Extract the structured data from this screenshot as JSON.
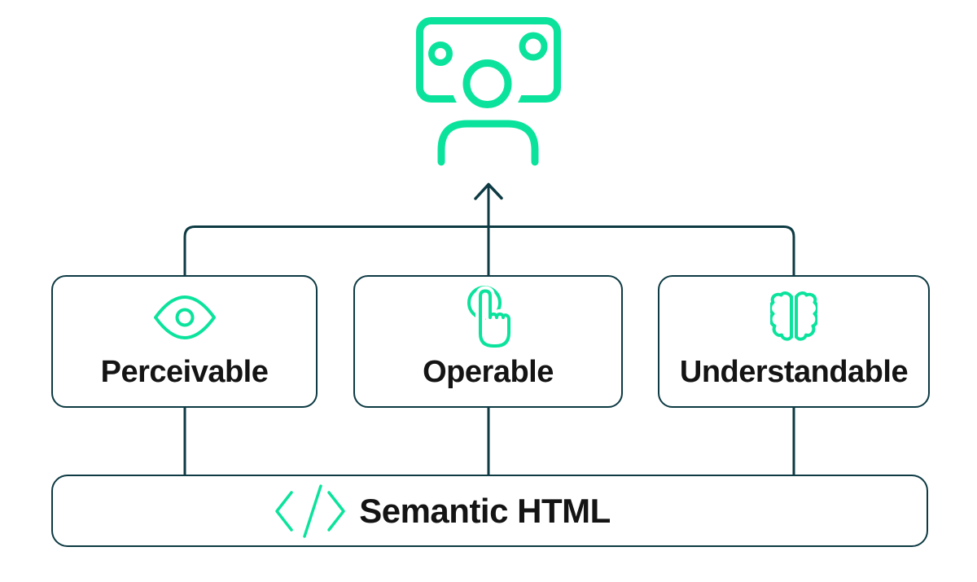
{
  "diagram": {
    "nodes": [
      {
        "label": "Perceivable",
        "icon": "eye-icon"
      },
      {
        "label": "Operable",
        "icon": "tap-icon"
      },
      {
        "label": "Understandable",
        "icon": "brain-icon"
      }
    ],
    "foundation": {
      "label": "Semantic HTML",
      "icon": "code-icon"
    },
    "top_icon": "user-at-screen-icon",
    "colors": {
      "accent": "#0be39c",
      "line": "#0d3a43",
      "text": "#141414",
      "background": "#ffffff"
    }
  }
}
